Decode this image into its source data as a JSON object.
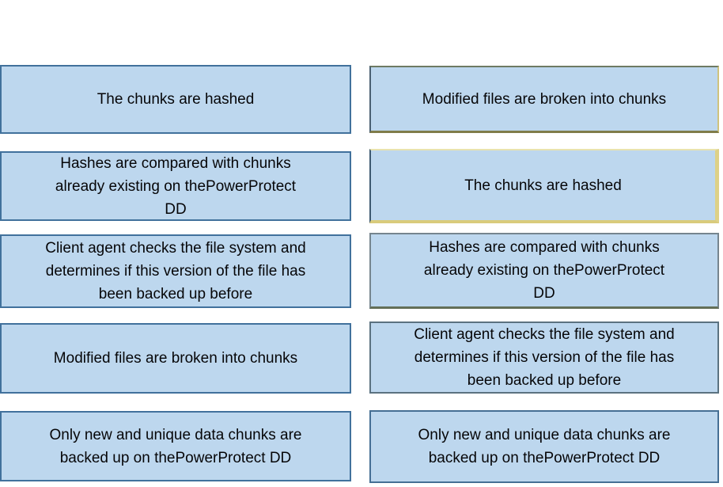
{
  "question": {
    "type": "drag-and-drop-ordering",
    "source_column": {
      "items": [
        {
          "label": "The chunks are hashed"
        },
        {
          "label": "Hashes are compared with chunks\nalready existing on thePowerProtect\nDD"
        },
        {
          "label": "Client agent checks the file system and\ndetermines if this version of the file has\nbeen backed up before"
        },
        {
          "label": "Modified files are broken into chunks"
        },
        {
          "label": "Only new and unique data chunks are\nbacked up on thePowerProtect DD"
        }
      ]
    },
    "answer_column": {
      "items": [
        {
          "label": "Modified files are broken into chunks"
        },
        {
          "label": "The chunks are hashed"
        },
        {
          "label": "Hashes are compared with chunks\nalready existing on thePowerProtect\nDD"
        },
        {
          "label": "Client agent checks the file system and\ndetermines if this version of the file has\nbeen backed up before"
        },
        {
          "label": "Only new and unique data chunks are\nbacked up on thePowerProtect DD"
        }
      ]
    }
  },
  "colors": {
    "page_background": "#ffffff",
    "box_fill": "#bdd7ee",
    "box_border_blue": "#41719c",
    "drop_zone_highlight_gold": "#d9cb7c",
    "drop_zone_accent_olive": "#807c4a",
    "text": "#060608"
  }
}
